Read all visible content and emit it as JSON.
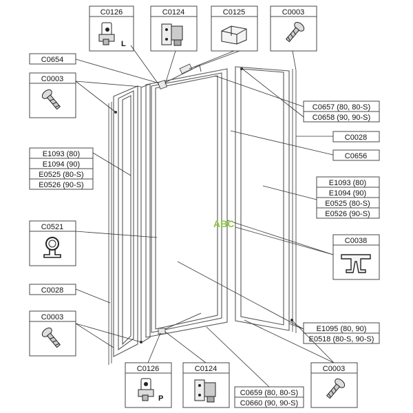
{
  "labels": {
    "c0126_top": "C0126",
    "c0124_top": "C0124",
    "c0125": "C0125",
    "c0003_topright": "C0003",
    "c0654": "C0654",
    "c0003_left": "C0003",
    "c0657": "C0657 (80, 80-S)",
    "c0658": "C0658 (90, 90-S)",
    "c0028_right": "C0028",
    "c0656": "C0656",
    "left_panel_1": "E1093 (80)",
    "left_panel_2": "E1094 (90)",
    "left_panel_3": "E0525 (80-S)",
    "left_panel_4": "E0526 (90-S)",
    "right_panel_1": "E1093 (80)",
    "right_panel_2": "E1094 (90)",
    "right_panel_3": "E0525 (80-S)",
    "right_panel_4": "E0526 (90-S)",
    "c0521": "C0521",
    "c0038": "C0038",
    "c0028_left": "C0028",
    "c0003_bottomleft": "C0003",
    "e1095": "E1095 (80, 90)",
    "e0518": "E0518 (80-S, 90-S)",
    "c0126_bottom": "C0126",
    "c0124_bottom": "C0124",
    "c0659": "C0659 (80, 80-S)",
    "c0660": "C0660 (90, 90-S)",
    "c0003_bottomright": "C0003",
    "hinge_mark_l": "L",
    "hinge_mark_p": "P",
    "watermark": "ABC"
  },
  "icons": {
    "hinge": "hinge-icon",
    "bracket": "bracket-icon",
    "block": "stopper-block-icon",
    "screw": "screw-icon",
    "seal_omega": "omega-seal-profile-icon",
    "seal_h": "h-seal-profile-icon"
  },
  "colors": {
    "stroke": "#444444",
    "watermark": "#8cc63f"
  }
}
